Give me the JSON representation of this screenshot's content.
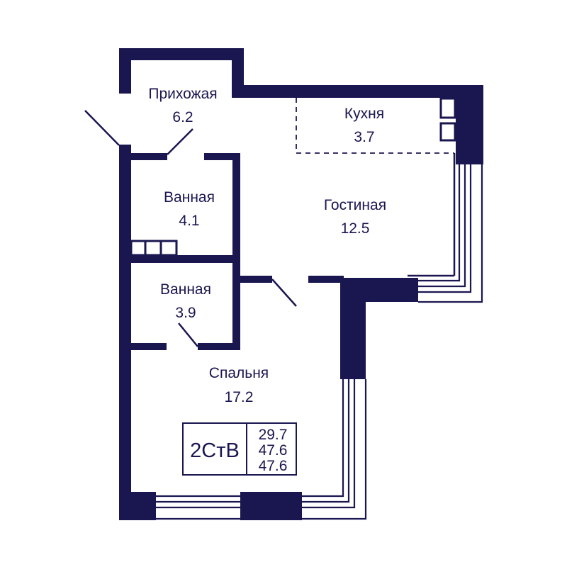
{
  "colors": {
    "wall": "#1a1650",
    "background": "#ffffff",
    "text": "#1a1650"
  },
  "rooms": {
    "hallway": {
      "name": "Прихожая",
      "area": "6.2"
    },
    "kitchen": {
      "name": "Кухня",
      "area": "3.7"
    },
    "bathroom_1": {
      "name": "Ванная",
      "area": "4.1"
    },
    "living_room": {
      "name": "Гостиная",
      "area": "12.5"
    },
    "bathroom_2": {
      "name": "Ванная",
      "area": "3.9"
    },
    "bedroom": {
      "name": "Спальня",
      "area": "17.2"
    }
  },
  "badge": {
    "type": "2СтВ",
    "area_living": "29.7",
    "area_total": "47.6",
    "area_total_2": "47.6"
  }
}
